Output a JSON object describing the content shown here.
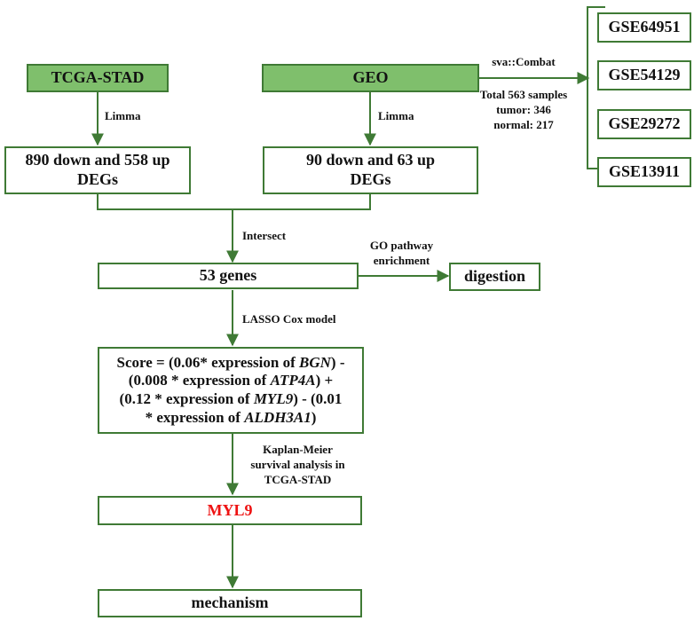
{
  "boxes": {
    "tcga": "TCGA-STAD",
    "geo": "GEO",
    "tcga_degs_1": "890 down and 558 up",
    "tcga_degs_2": "DEGs",
    "geo_degs_1": "90 down and 63 up",
    "geo_degs_2": "DEGs",
    "genes": "53 genes",
    "digestion": "digestion",
    "score": {
      "l1_a": "Score = (0.06* expression of ",
      "l1_b": "BGN",
      "l1_c": ") -",
      "l2_a": "(0.008 * expression of ",
      "l2_b": "ATP4A",
      "l2_c": ") +",
      "l3_a": "(0.12 * expression of ",
      "l3_b": "MYL9",
      "l3_c": ") - (0.01",
      "l4_a": "* expression of ",
      "l4_b": "ALDH3A1",
      "l4_c": ")"
    },
    "myl9": "MYL9",
    "mechanism": "mechanism"
  },
  "gse": [
    "GSE64951",
    "GSE54129",
    "GSE29272",
    "GSE13911"
  ],
  "labels": {
    "limma_left": "Limma",
    "limma_right": "Limma",
    "sva": "sva::Combat",
    "samples_1": "Total 563 samples",
    "samples_2": "tumor: 346",
    "samples_3": "normal: 217",
    "intersect": "Intersect",
    "go_1": "GO pathway",
    "go_2": "enrichment",
    "lasso": "LASSO Cox model",
    "km_1": "Kaplan-Meier",
    "km_2": "survival analysis in",
    "km_3": "TCGA-STAD"
  },
  "colors": {
    "line": "#3f7a35",
    "fill": "#7fbf6c",
    "highlight": "#e11111"
  }
}
